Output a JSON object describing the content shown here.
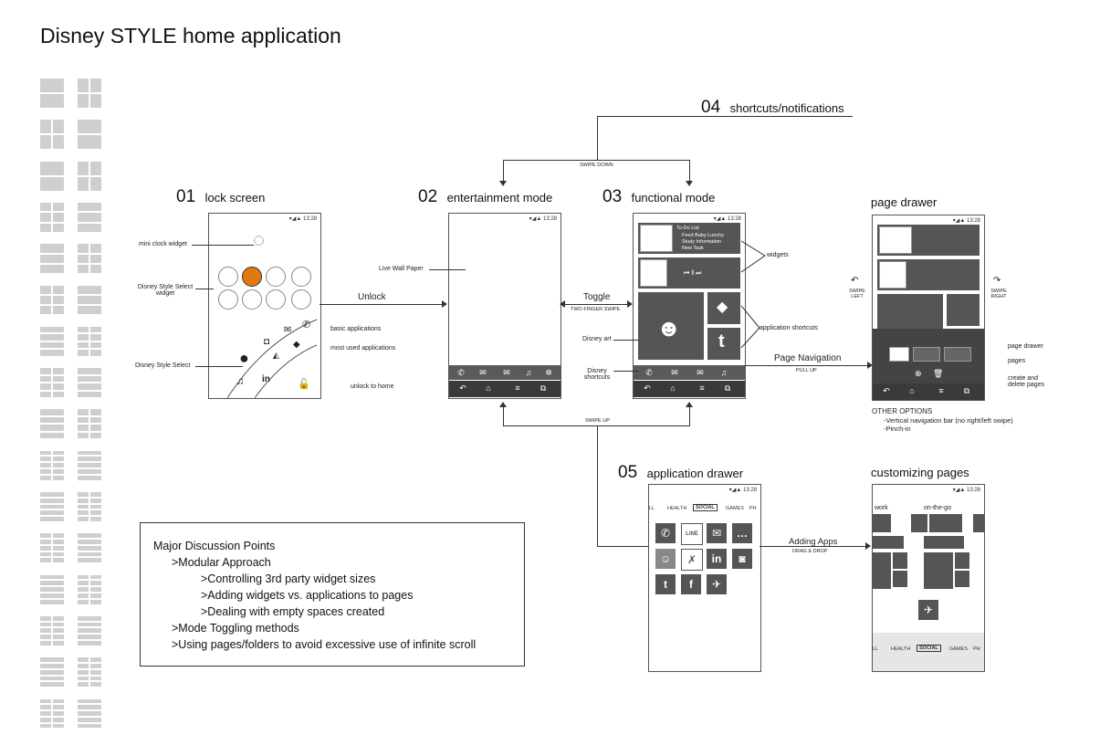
{
  "page_title": "Disney STYLE home application",
  "sections": {
    "s01": {
      "num": "01",
      "title": "lock screen"
    },
    "s02": {
      "num": "02",
      "title": "entertainment mode"
    },
    "s03": {
      "num": "03",
      "title": "functional mode"
    },
    "s04": {
      "num": "04",
      "title": "shortcuts/notifications"
    },
    "s05": {
      "num": "05",
      "title": "application drawer"
    },
    "drawer": {
      "title": "page drawer"
    },
    "custom": {
      "title": "customizing pages"
    }
  },
  "status_time": "13:28",
  "lock_labels": {
    "mini_clock": "mini clock widget",
    "select_widget": "Disney Style Select widget",
    "basic_apps": "basic applications",
    "most_used": "most used applications",
    "style_select": "Disney Style Select",
    "unlock_home": "unlock to home"
  },
  "flow_labels": {
    "unlock": "Unlock",
    "toggle": "Toggle",
    "two_finger": "TWO FINGER SWIPE",
    "swipe_down": "SWIPE DOWN",
    "swipe_up": "SWIPE UP",
    "page_nav": "Page Navigation",
    "pull_up": "PULL UP",
    "adding_apps": "Adding Apps",
    "drag_drop": "DRAG & DROP",
    "swipe_left": "SWIPE LEFT",
    "swipe_right": "SWIPE RIGHT"
  },
  "ent_labels": {
    "wallpaper": "Live Wall Paper"
  },
  "func_labels": {
    "widgets": "widgets",
    "app_shortcuts": "application shortcuts",
    "disney_art": "Disney art",
    "disney_shortcuts": "Disney shortcuts"
  },
  "todo": {
    "title": "To-Do List",
    "items": [
      "Feed Baby Lunchy",
      "Study Information",
      "New Task"
    ]
  },
  "drawer_labels": {
    "page_drawer": "page drawer",
    "pages": "pages",
    "create_delete": "create and delete pages",
    "other_title": "OTHER OPTIONS",
    "other_1": "-Vertical navigation bar (no right/left swipe)",
    "other_2": "-Pinch-in"
  },
  "app_tabs": [
    "LL",
    "HEALTH",
    "SOCIAL",
    "GAMES",
    "PH"
  ],
  "custom_labels": {
    "work": "work",
    "on_the_go": "on-the-go"
  },
  "discussion": {
    "title": "Major Discussion Points",
    "points": [
      ">Modular Approach",
      ">Controlling 3rd party widget sizes",
      ">Adding widgets vs. applications to pages",
      ">Dealing with empty spaces created",
      ">Mode Toggling methods",
      ">Using pages/folders to avoid excessive use of  infinite scroll"
    ]
  },
  "colors": {
    "tile": "#555555",
    "dock": "#5a5a5a",
    "nav": "#3a3a3a",
    "thumb": "#cfcfcf"
  }
}
